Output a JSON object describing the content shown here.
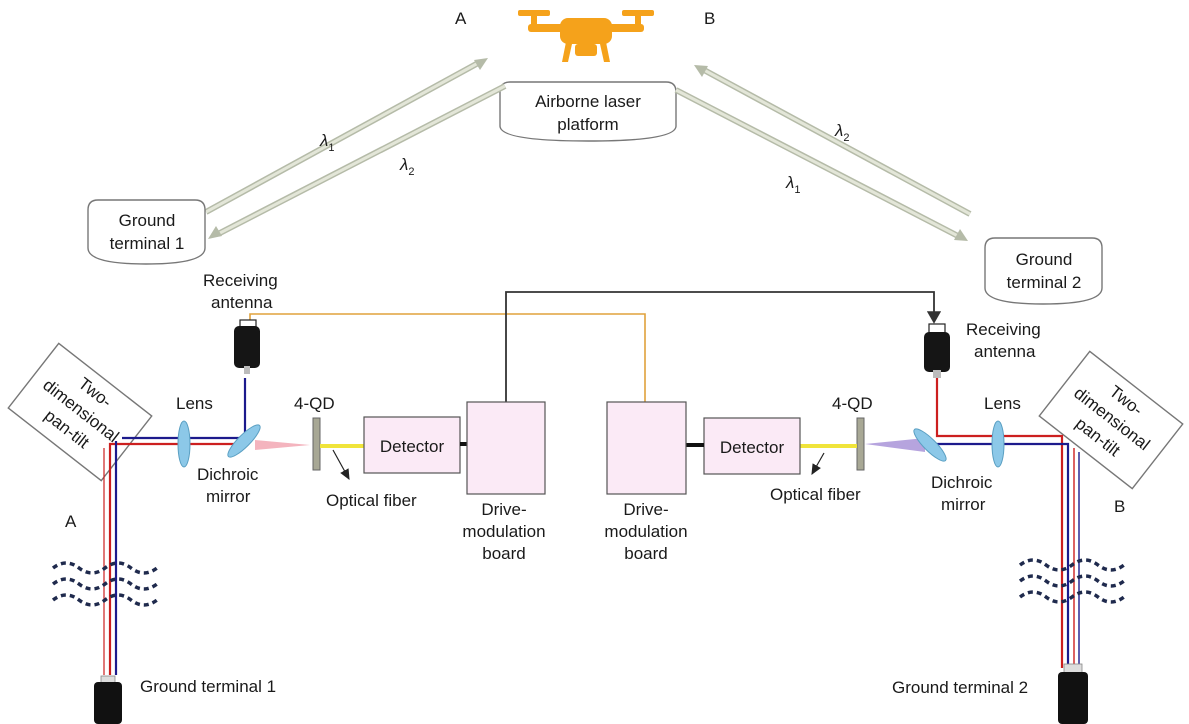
{
  "diagram": {
    "corner_a": "A",
    "corner_b": "B",
    "airborne_platform": "Airborne laser platform",
    "airborne_platform_lines": [
      "Airborne laser",
      "platform"
    ],
    "wavelength_symbol": "λ",
    "wavelength_1_sub": "1",
    "wavelength_2_sub": "2",
    "ground_terminal_1_lines": [
      "Ground",
      "terminal 1"
    ],
    "ground_terminal_2_lines": [
      "Ground",
      "terminal 2"
    ],
    "receiving_antenna_lines": [
      "Receiving",
      "antenna"
    ],
    "pan_tilt_lines": [
      "Two-",
      "dimensional",
      "pan-tilt"
    ],
    "lens": "Lens",
    "quad_detector": "4-QD",
    "dichroic_mirror_lines": [
      "Dichroic",
      "mirror"
    ],
    "optical_fiber": "Optical fiber",
    "detector": "Detector",
    "drive_board_lines": [
      "Drive-",
      "modulation",
      "board"
    ],
    "ground_terminal_1": "Ground terminal 1",
    "ground_terminal_2": "Ground terminal 2"
  },
  "colors": {
    "drone": "#f5a21b",
    "laser_red": "#cc1f1f",
    "laser_blue": "#1c1a8c",
    "beam_pink": "#f2a7b3",
    "fiber_yellow": "#f0e43a",
    "orange_wire": "#e0a23c",
    "black_wire": "#333333",
    "board_fill": "#fbeaf6",
    "lens_blue": "#8cc8e8"
  }
}
